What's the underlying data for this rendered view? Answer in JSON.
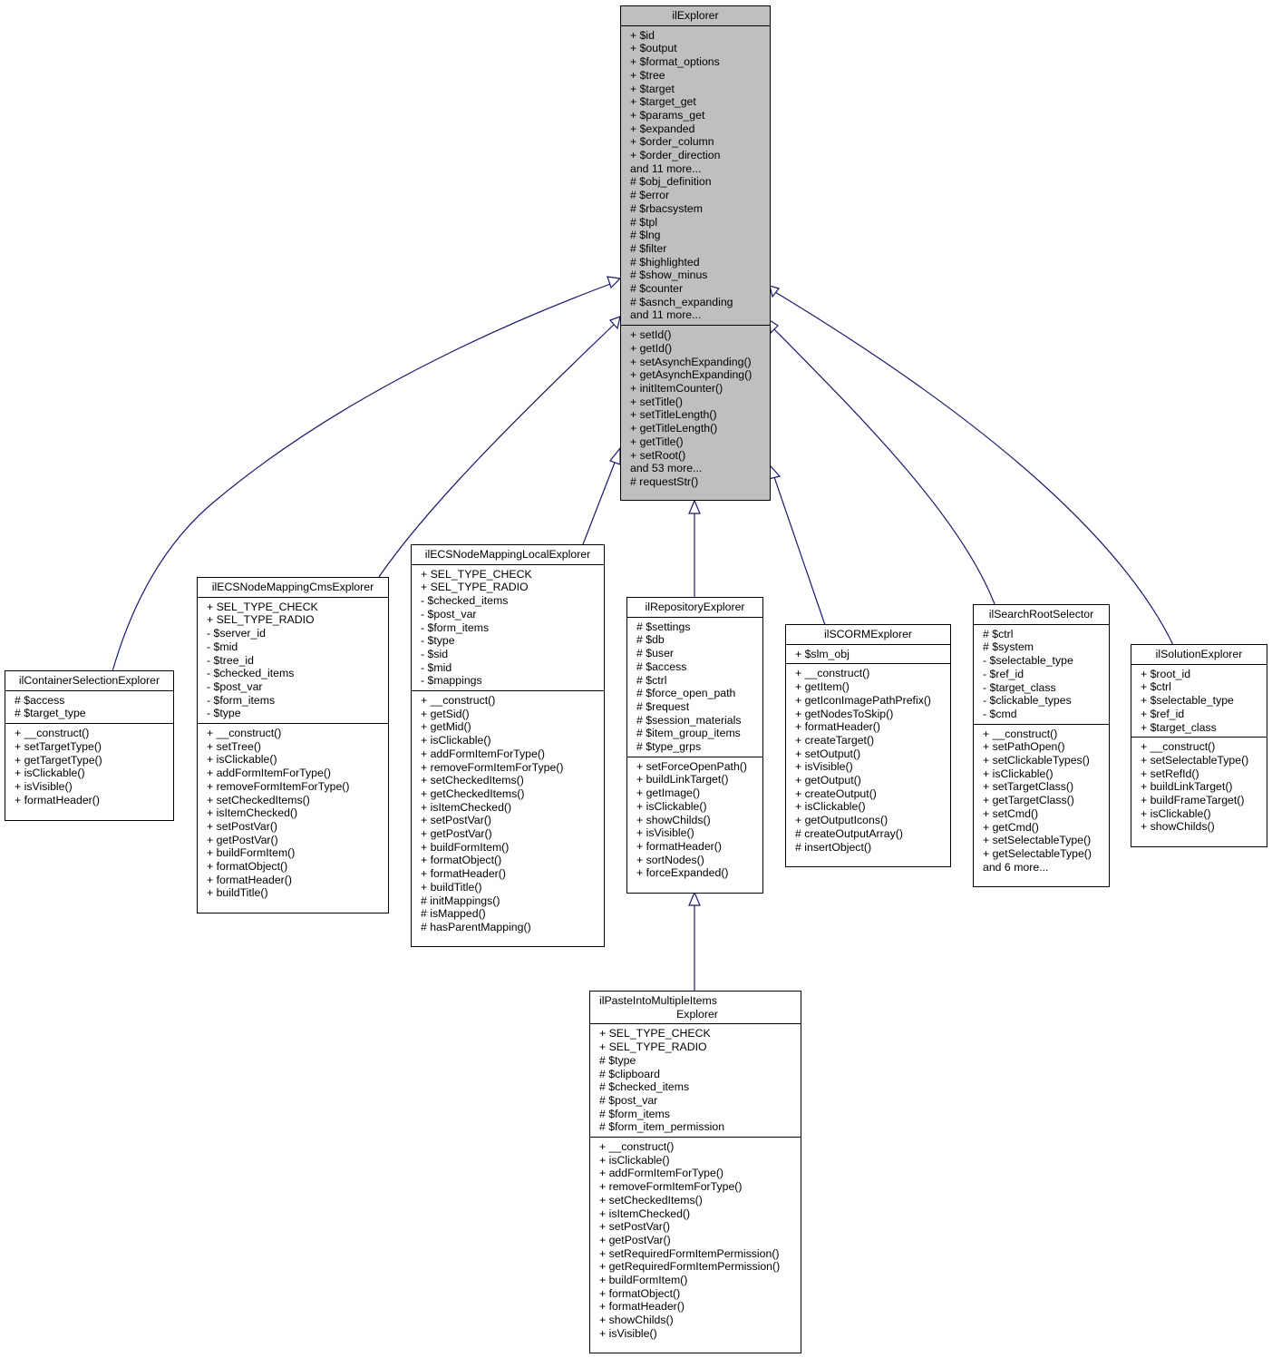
{
  "colors": {
    "edge": "#191970",
    "base_fill": "#bfbfbf",
    "box_fill": "#ffffff",
    "border": "#000000"
  },
  "classes": {
    "base": {
      "title": "ilExplorer",
      "attributes": [
        "+ $id",
        "+ $output",
        "+ $format_options",
        "+ $tree",
        "+ $target",
        "+ $target_get",
        "+ $params_get",
        "+ $expanded",
        "+ $order_column",
        "+ $order_direction",
        "and 11 more...",
        "# $obj_definition",
        "# $error",
        "# $rbacsystem",
        "# $tpl",
        "# $lng",
        "# $filter",
        "# $highlighted",
        "# $show_minus",
        "# $counter",
        "# $asnch_expanding",
        "and 11 more..."
      ],
      "methods": [
        "+ setId()",
        "+ getId()",
        "+ setAsynchExpanding()",
        "+ getAsynchExpanding()",
        "+ initItemCounter()",
        "+ setTitle()",
        "+ setTitleLength()",
        "+ getTitleLength()",
        "+ getTitle()",
        "+ setRoot()",
        "and 53 more...",
        "# requestStr()"
      ]
    },
    "container": {
      "title": "ilContainerSelectionExplorer",
      "attributes": [
        "# $access",
        "# $target_type"
      ],
      "methods": [
        "+ __construct()",
        "+ setTargetType()",
        "+ getTargetType()",
        "+ isClickable()",
        "+ isVisible()",
        "+ formatHeader()"
      ]
    },
    "cms": {
      "title": "ilECSNodeMappingCmsExplorer",
      "attributes": [
        "+ SEL_TYPE_CHECK",
        "+ SEL_TYPE_RADIO",
        "- $server_id",
        "- $mid",
        "- $tree_id",
        "- $checked_items",
        "- $post_var",
        "- $form_items",
        "- $type"
      ],
      "methods": [
        "+ __construct()",
        "+ setTree()",
        "+ isClickable()",
        "+ addFormItemForType()",
        "+ removeFormItemForType()",
        "+ setCheckedItems()",
        "+ isItemChecked()",
        "+ setPostVar()",
        "+ getPostVar()",
        "+ buildFormItem()",
        "+ formatObject()",
        "+ formatHeader()",
        "+ buildTitle()"
      ]
    },
    "local": {
      "title": "ilECSNodeMappingLocalExplorer",
      "attributes": [
        "+ SEL_TYPE_CHECK",
        "+ SEL_TYPE_RADIO",
        "- $checked_items",
        "- $post_var",
        "- $form_items",
        "- $type",
        "- $sid",
        "- $mid",
        "- $mappings"
      ],
      "methods": [
        "+ __construct()",
        "+ getSid()",
        "+ getMid()",
        "+ isClickable()",
        "+ addFormItemForType()",
        "+ removeFormItemForType()",
        "+ setCheckedItems()",
        "+ getCheckedItems()",
        "+ isItemChecked()",
        "+ setPostVar()",
        "+ getPostVar()",
        "+ buildFormItem()",
        "+ formatObject()",
        "+ formatHeader()",
        "+ buildTitle()",
        "# initMappings()",
        "# isMapped()",
        "# hasParentMapping()"
      ]
    },
    "repo": {
      "title": "ilRepositoryExplorer",
      "attributes": [
        "# $settings",
        "# $db",
        "# $user",
        "# $access",
        "# $ctrl",
        "# $force_open_path",
        "# $request",
        "# $session_materials",
        "# $item_group_items",
        "# $type_grps"
      ],
      "methods": [
        "+ setForceOpenPath()",
        "+ buildLinkTarget()",
        "+ getImage()",
        "+ isClickable()",
        "+ showChilds()",
        "+ isVisible()",
        "+ formatHeader()",
        "+ sortNodes()",
        "+ forceExpanded()"
      ]
    },
    "scorm": {
      "title": "ilSCORMExplorer",
      "attributes": [
        "+ $slm_obj"
      ],
      "methods": [
        "+ __construct()",
        "+ getItem()",
        "+ getIconImagePathPrefix()",
        "+ getNodesToSkip()",
        "+ formatHeader()",
        "+ createTarget()",
        "+ setOutput()",
        "+ isVisible()",
        "+ getOutput()",
        "+ createOutput()",
        "+ isClickable()",
        "+ getOutputIcons()",
        "# createOutputArray()",
        "# insertObject()"
      ]
    },
    "search": {
      "title": "ilSearchRootSelector",
      "attributes": [
        "# $ctrl",
        "# $system",
        "- $selectable_type",
        "- $ref_id",
        "- $target_class",
        "- $clickable_types",
        "- $cmd"
      ],
      "methods": [
        "+ __construct()",
        "+ setPathOpen()",
        "+ setClickableTypes()",
        "+ isClickable()",
        "+ setTargetClass()",
        "+ getTargetClass()",
        "+ setCmd()",
        "+ getCmd()",
        "+ setSelectableType()",
        "+ getSelectableType()",
        "and 6 more..."
      ]
    },
    "solution": {
      "title": "ilSolutionExplorer",
      "attributes": [
        "+ $root_id",
        "+ $ctrl",
        "+ $selectable_type",
        "+ $ref_id",
        "+ $target_class"
      ],
      "methods": [
        "+ __construct()",
        "+ setSelectableType()",
        "+ setRefId()",
        "+ buildLinkTarget()",
        "+ buildFrameTarget()",
        "+ isClickable()",
        "+ showChilds()"
      ]
    },
    "paste": {
      "title": [
        "ilPasteIntoMultipleItems",
        "Explorer"
      ],
      "attributes": [
        "+ SEL_TYPE_CHECK",
        "+ SEL_TYPE_RADIO",
        "# $type",
        "# $clipboard",
        "# $checked_items",
        "# $post_var",
        "# $form_items",
        "# $form_item_permission"
      ],
      "methods": [
        "+ __construct()",
        "+ isClickable()",
        "+ addFormItemForType()",
        "+ removeFormItemForType()",
        "+ setCheckedItems()",
        "+ isItemChecked()",
        "+ setPostVar()",
        "+ getPostVar()",
        "+ setRequiredFormItemPermission()",
        "+ getRequiredFormItemPermission()",
        "+ buildFormItem()",
        "+ formatObject()",
        "+ formatHeader()",
        "+ showChilds()",
        "+ isVisible()"
      ]
    }
  }
}
